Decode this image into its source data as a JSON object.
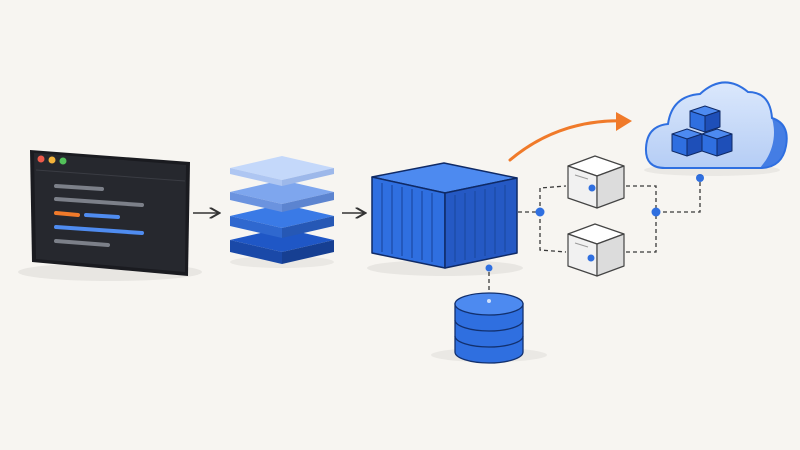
{
  "diagram": {
    "stages": [
      {
        "id": "code-editor",
        "icon": "terminal-window-icon"
      },
      {
        "id": "image-layers",
        "icon": "layer-stack-icon"
      },
      {
        "id": "container",
        "icon": "shipping-container-icon"
      },
      {
        "id": "database",
        "icon": "database-cylinder-icon"
      },
      {
        "id": "node-top",
        "icon": "server-node-icon"
      },
      {
        "id": "node-bottom",
        "icon": "server-node-icon"
      },
      {
        "id": "cloud",
        "icon": "cloud-with-cubes-icon"
      }
    ],
    "connectors": [
      {
        "from": "code-editor",
        "to": "image-layers",
        "style": "solid-arrow"
      },
      {
        "from": "image-layers",
        "to": "container",
        "style": "solid-arrow"
      },
      {
        "from": "container",
        "to": "cloud",
        "style": "curved-arrow"
      },
      {
        "from": "container",
        "to": "database",
        "style": "dashed"
      },
      {
        "from": "container",
        "to": "node-top",
        "style": "dashed"
      },
      {
        "from": "container",
        "to": "node-bottom",
        "style": "dashed"
      },
      {
        "from": "node-top",
        "to": "cloud",
        "style": "dashed"
      },
      {
        "from": "node-bottom",
        "to": "cloud",
        "style": "dashed"
      }
    ],
    "colors": {
      "background": "#f7f5f1",
      "primary_blue": "#2f6fe0",
      "dark_blue": "#1e4fb8",
      "light_blue": "#b9d0f8",
      "accent_orange": "#f07a2a",
      "window_dark": "#23252b",
      "window_bezel": "#1a1b20",
      "connector": "#3a3a3a"
    }
  }
}
